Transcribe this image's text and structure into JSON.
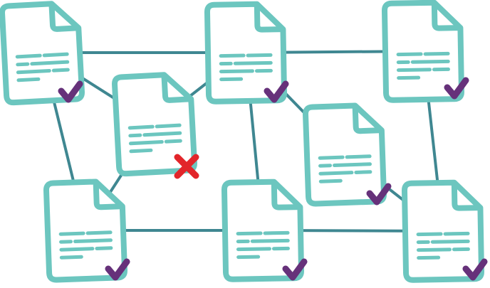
{
  "colors": {
    "connector": "#3f8791",
    "document_border": "#6cc6bf",
    "document_fill": "#ffffff",
    "text_lines": "#6cc6bf",
    "valid_mark": "#66317a",
    "invalid_mark": "#e2252a"
  },
  "documents": [
    {
      "id": "doc-top-left",
      "status": "valid",
      "icon": "checkmark-icon"
    },
    {
      "id": "doc-middle-left",
      "status": "invalid",
      "icon": "x-mark-icon"
    },
    {
      "id": "doc-top-center",
      "status": "valid",
      "icon": "checkmark-icon"
    },
    {
      "id": "doc-top-right",
      "status": "valid",
      "icon": "checkmark-icon"
    },
    {
      "id": "doc-middle-right",
      "status": "valid",
      "icon": "checkmark-icon"
    },
    {
      "id": "doc-bottom-left",
      "status": "valid",
      "icon": "checkmark-icon"
    },
    {
      "id": "doc-bottom-center",
      "status": "valid",
      "icon": "checkmark-icon"
    },
    {
      "id": "doc-bottom-right",
      "status": "valid",
      "icon": "checkmark-icon"
    }
  ],
  "connections": [
    [
      "doc-top-left",
      "doc-top-center"
    ],
    [
      "doc-top-left",
      "doc-middle-left"
    ],
    [
      "doc-top-left",
      "doc-bottom-left"
    ],
    [
      "doc-middle-left",
      "doc-top-center"
    ],
    [
      "doc-middle-left",
      "doc-bottom-left"
    ],
    [
      "doc-top-center",
      "doc-top-right"
    ],
    [
      "doc-top-center",
      "doc-middle-right"
    ],
    [
      "doc-top-center",
      "doc-bottom-center"
    ],
    [
      "doc-top-right",
      "doc-bottom-right"
    ],
    [
      "doc-middle-right",
      "doc-bottom-right"
    ],
    [
      "doc-bottom-left",
      "doc-bottom-center"
    ],
    [
      "doc-bottom-center",
      "doc-bottom-right"
    ]
  ]
}
